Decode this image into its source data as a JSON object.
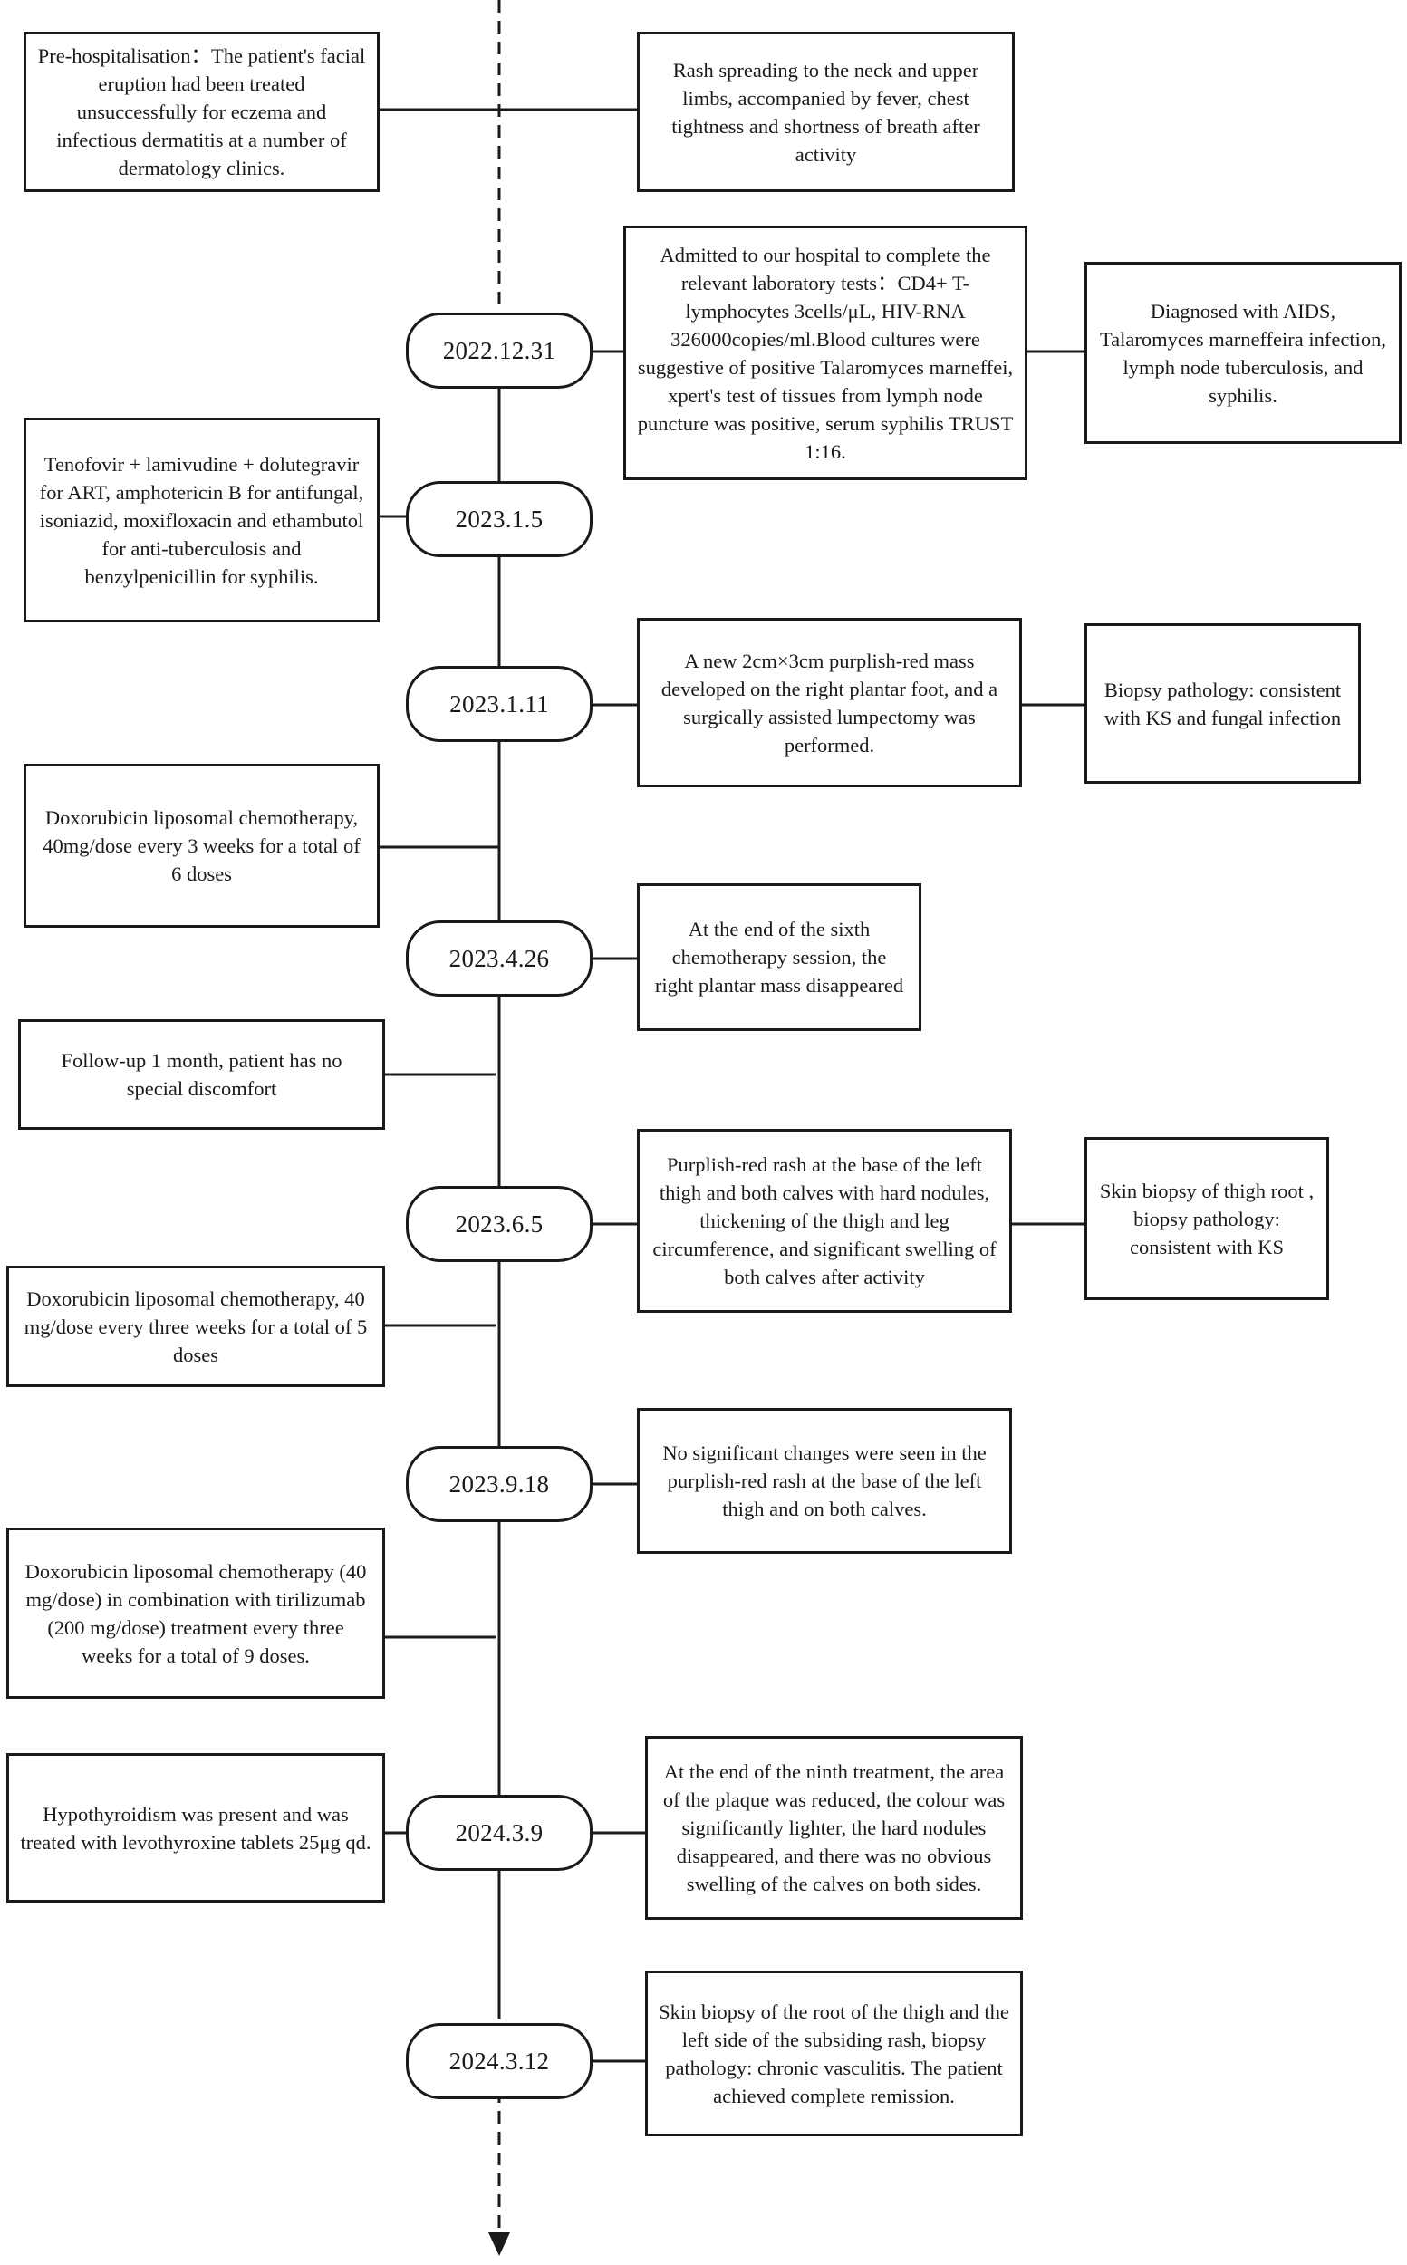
{
  "colors": {
    "line": "#1a1a1a",
    "background": "#ffffff"
  },
  "milestones": [
    {
      "key": "d1",
      "date": "2022.12.31"
    },
    {
      "key": "d2",
      "date": "2023.1.5"
    },
    {
      "key": "d3",
      "date": "2023.1.11"
    },
    {
      "key": "d4",
      "date": "2023.4.26"
    },
    {
      "key": "d5",
      "date": "2023.6.5"
    },
    {
      "key": "d6",
      "date": "2023.9.18"
    },
    {
      "key": "d7",
      "date": "2024.3.9"
    },
    {
      "key": "d8",
      "date": "2024.3.12"
    }
  ],
  "notes": {
    "pre_hospitalisation": "Pre-hospitalisation：The patient's facial eruption had been treated unsuccessfully for eczema and infectious dermatitis at a number of dermatology clinics.",
    "rash_spreading": "Rash spreading to the neck and upper limbs, accompanied by fever, chest tightness and shortness of breath after activity",
    "admitted_tests": "Admitted to our hospital to complete the relevant laboratory tests：CD4+ T-lymphocytes 3cells/μL, HIV-RNA 326000copies/ml.Blood cultures were suggestive of positive Talaromyces marneffei, xpert's test of tissues from lymph node puncture was positive, serum syphilis TRUST 1:16.",
    "diagnosis": "Diagnosed with AIDS, Talaromyces marneffeira infection, lymph node tuberculosis, and syphilis.",
    "treatment_initial": "Tenofovir + lamivudine + dolutegravir for ART, amphotericin B for antifungal, isoniazid, moxifloxacin and ethambutol for anti-tuberculosis and benzylpenicillin for syphilis.",
    "plantar_mass": "A new 2cm×3cm purplish-red mass developed on the right plantar foot, and a surgically assisted lumpectomy was performed.",
    "biopsy_ks_fungal": "Biopsy pathology: consistent with KS and fungal infection",
    "chemo_six_doses": "Doxorubicin liposomal chemotherapy, 40mg/dose every 3 weeks for a total of 6 doses",
    "mass_disappeared": "At the end of the sixth chemotherapy session, the right plantar mass disappeared",
    "follow_up": "Follow-up 1 month, patient has no special discomfort",
    "rash_thigh_calves": "Purplish-red rash at the base of the left thigh and both calves with hard nodules, thickening of the thigh and leg circumference, and significant swelling of both calves after activity",
    "skin_biopsy_ks": "Skin biopsy of thigh root , biopsy pathology: consistent with KS",
    "chemo_five_doses": "Doxorubicin liposomal chemotherapy, 40 mg/dose every three weeks for a total of 5 doses",
    "no_changes": "No significant changes were seen in the purplish-red rash at the base of the left thigh and on both calves.",
    "chemo_tirilizumab": "Doxorubicin liposomal chemotherapy (40 mg/dose) in combination with tirilizumab (200 mg/dose) treatment every three weeks for a total of 9 doses.",
    "hypothyroidism": "Hypothyroidism was present and was treated with levothyroxine tablets 25μg qd.",
    "ninth_treatment_result": "At the end of the ninth treatment, the area of the plaque was reduced, the colour was significantly lighter, the hard nodules disappeared, and there was no obvious swelling of the calves on both sides.",
    "final_biopsy": "Skin biopsy of the root of the thigh and the left side of the subsiding rash, biopsy pathology: chronic vasculitis. The patient achieved complete remission."
  }
}
